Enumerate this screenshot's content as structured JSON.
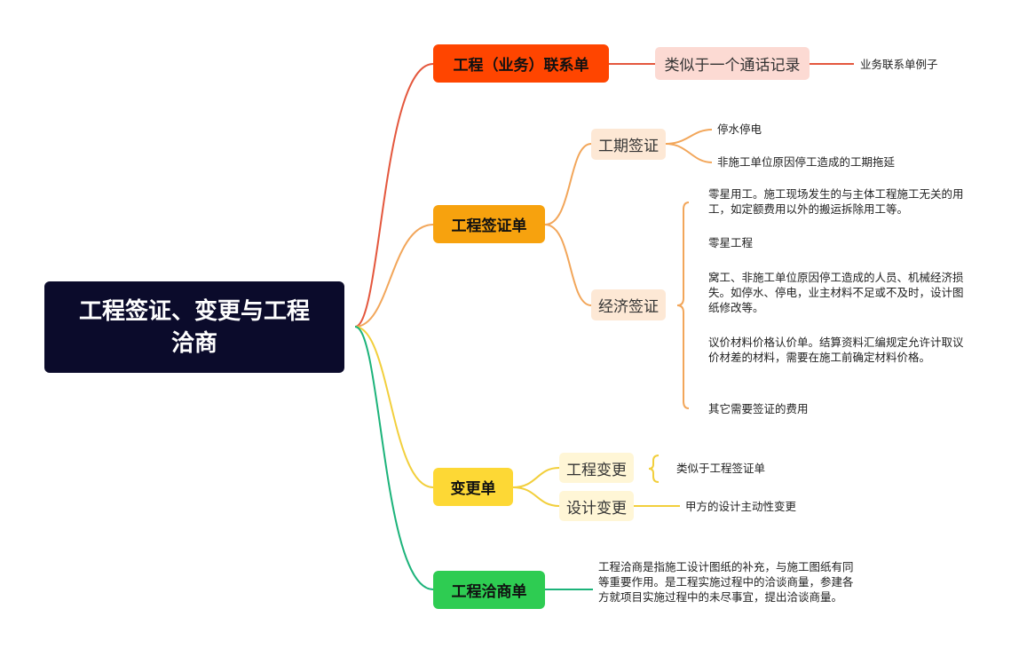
{
  "root": {
    "title": "工程签证、变更与工程洽商"
  },
  "colors": {
    "root_bg": "#0b0b2b",
    "branch1": "#ff4500",
    "branch2": "#f7a20e",
    "branch3": "#fdd835",
    "branch4": "#2ecc52",
    "line1": "#e4573d",
    "line2": "#f2a65a",
    "line3": "#f2cf3c",
    "line4": "#1cb37a"
  },
  "branches": [
    {
      "label": "工程（业务）联系单",
      "child": "类似于一个通话记录",
      "leaf": "业务联系单例子"
    },
    {
      "label": "工程签证单",
      "children": [
        {
          "label": "工期签证",
          "leaves": [
            "停水停电",
            "非施工单位原因停工造成的工期拖延"
          ]
        },
        {
          "label": "经济签证",
          "leaves": [
            "零星用工。施工现场发生的与主体工程施工无关的用工，如定额费用以外的搬运拆除用工等。",
            "零星工程",
            "窝工、非施工单位原因停工造成的人员、机械经济损失。如停水、停电，业主材料不足或不及时，设计图纸修改等。",
            "议价材料价格认价单。结算资料汇编规定允许计取议价材差的材料，需要在施工前确定材料价格。",
            "其它需要签证的费用"
          ]
        }
      ]
    },
    {
      "label": "变更单",
      "children": [
        {
          "label": "工程变更",
          "leaf": "类似于工程签证单"
        },
        {
          "label": "设计变更",
          "leaf": "甲方的设计主动性变更"
        }
      ]
    },
    {
      "label": "工程洽商单",
      "leaf": "工程洽商是指施工设计图纸的补充，与施工图纸有同等重要作用。是工程实施过程中的洽谈商量，参建各方就项目实施过程中的未尽事宜，提出洽谈商量。"
    }
  ]
}
